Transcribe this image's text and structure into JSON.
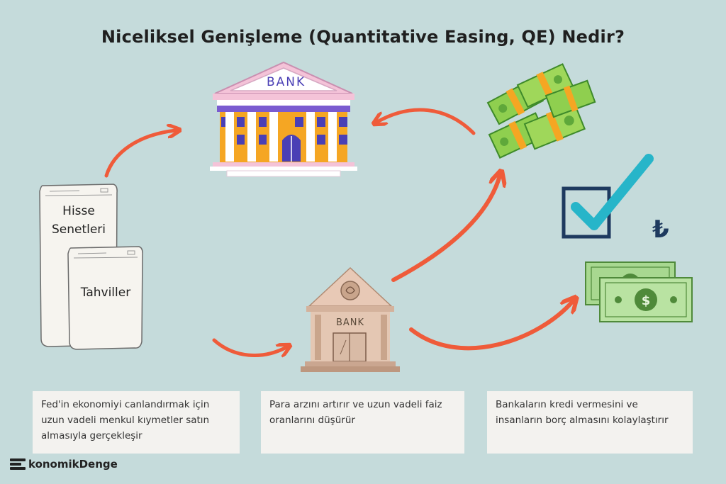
{
  "title": "Niceliksel Genişleme (Quantitative Easing, QE) Nedir?",
  "documents": {
    "stocks_label_line1": "Hisse",
    "stocks_label_line2": "Senetleri",
    "bonds_label": "Tahviller"
  },
  "central_bank": {
    "sign": "BANK"
  },
  "commercial_bank": {
    "sign": "BANK"
  },
  "currency_symbol": "₺",
  "cards": [
    {
      "text": "Fed'in ekonomiyi canlandırmak için uzun vadeli menkul kıymetler satın almasıyla gerçekleşir"
    },
    {
      "text": "Para arzını artırır ve uzun vadeli faiz oranlarını düşürür"
    },
    {
      "text": "Bankaların kredi vermesini ve insanların borç almasını kolaylaştırır"
    }
  ],
  "brand": {
    "logo_letter_icon": "e-bars-icon",
    "name": "konomikDenge"
  },
  "colors": {
    "background": "#c5dbdb",
    "arrow": "#ef5b3a",
    "check": "#27b5c9",
    "box": "#1e3a5f"
  }
}
